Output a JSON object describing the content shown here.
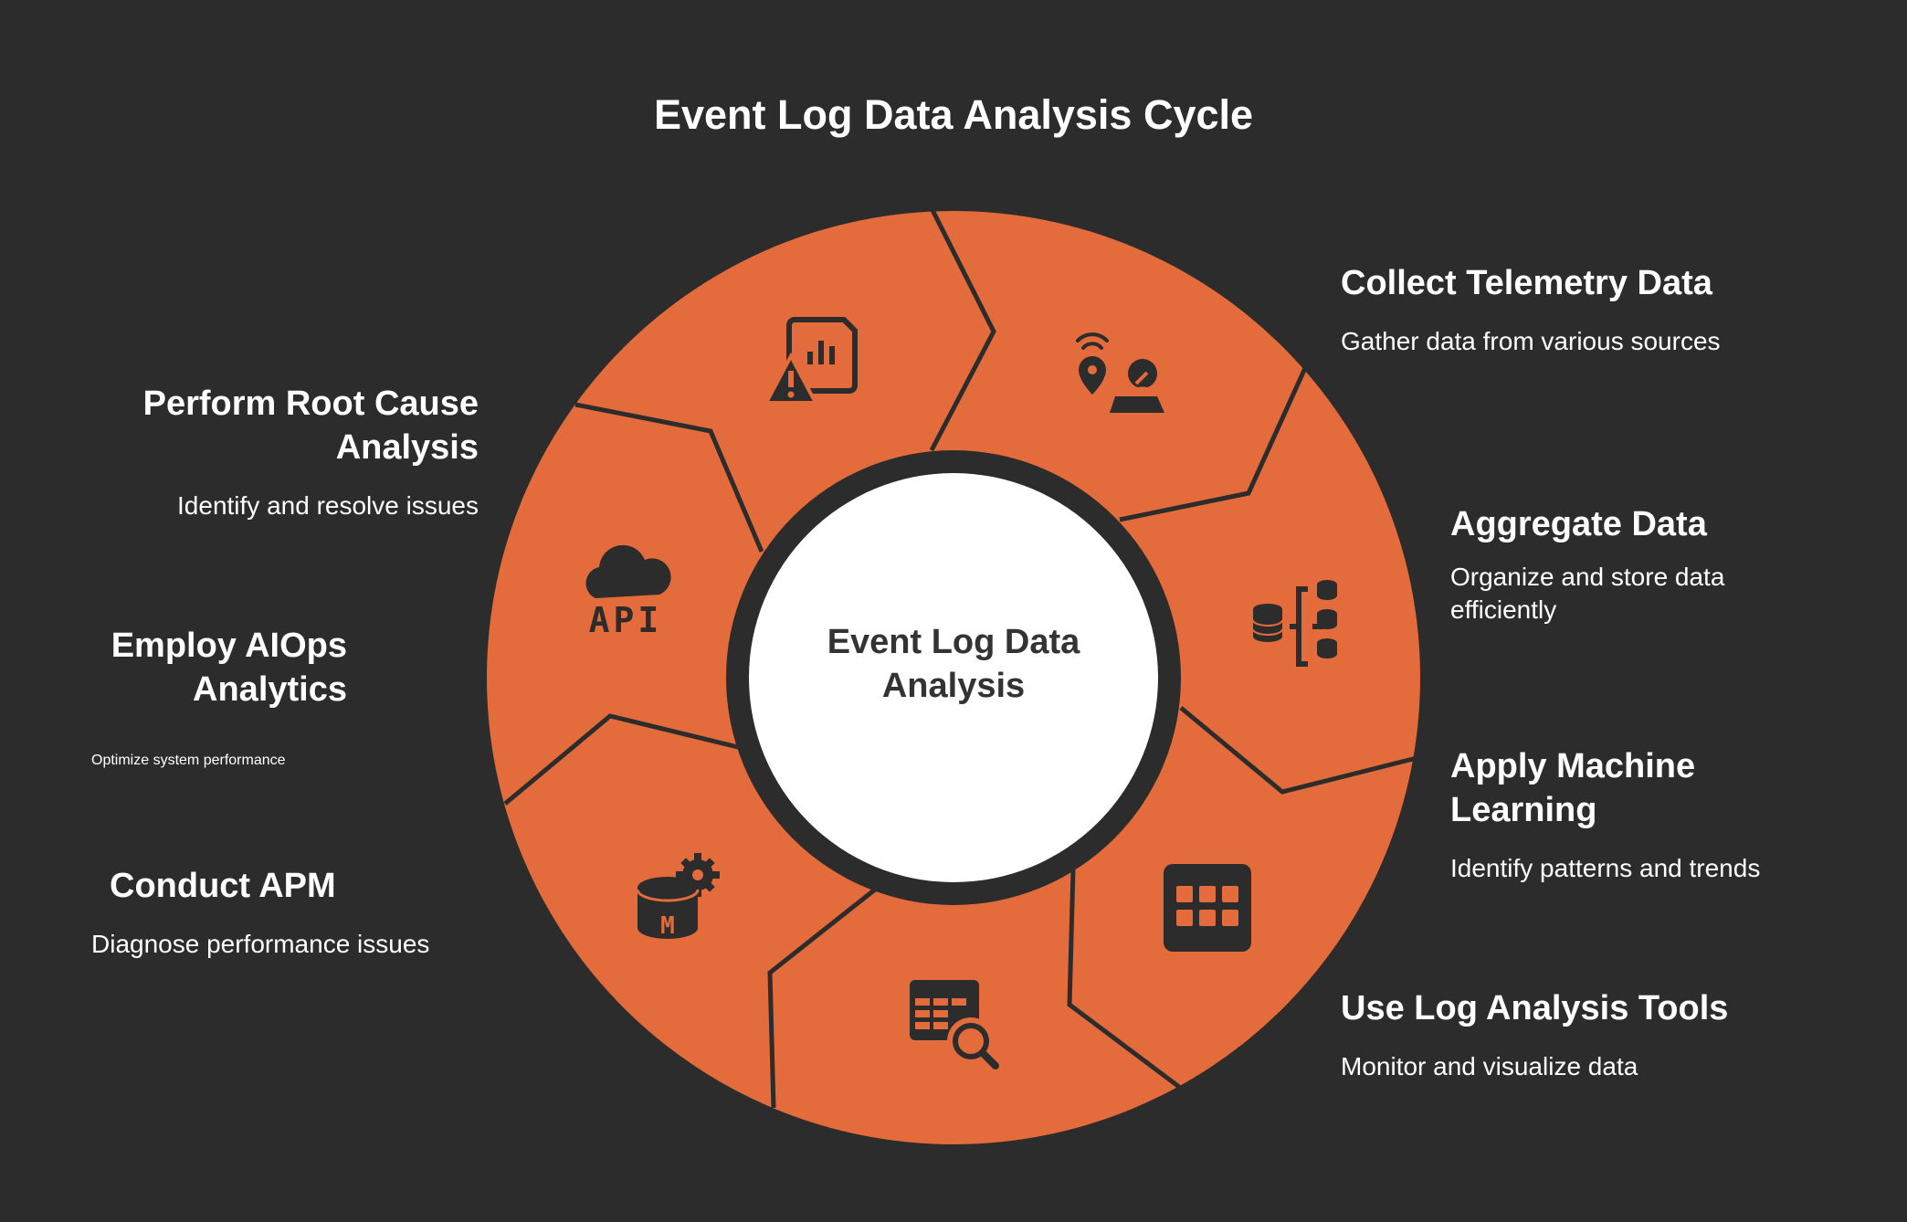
{
  "title": "Event Log Data Analysis Cycle",
  "center_label": [
    "Event Log Data",
    "Analysis"
  ],
  "colors": {
    "background": "#2c2c2c",
    "segment": "#e46b3b",
    "divider": "#2c2c2c",
    "center": "#ffffff",
    "text": "#ffffff"
  },
  "steps": [
    {
      "title": "Collect Telemetry Data",
      "description": "Gather data from various sources",
      "icon": "telemetry-location-icon"
    },
    {
      "title": "Aggregate Data",
      "description": "Organize and store data efficiently",
      "icon": "database-stack-icon"
    },
    {
      "title": "Apply Machine Learning",
      "description": "Identify patterns and trends",
      "icon": "grid-icon"
    },
    {
      "title": "Use Log Analysis Tools",
      "description": "Monitor and visualize data",
      "icon": "table-search-icon"
    },
    {
      "title": "Conduct APM",
      "description": "Diagnose performance issues",
      "icon": "database-gear-icon"
    },
    {
      "title": "Employ AIOps Analytics",
      "description": "Optimize system performance",
      "icon": "cloud-api-icon"
    },
    {
      "title": "Perform Root Cause Analysis",
      "description": "Identify and resolve issues",
      "icon": "report-warning-icon"
    }
  ]
}
